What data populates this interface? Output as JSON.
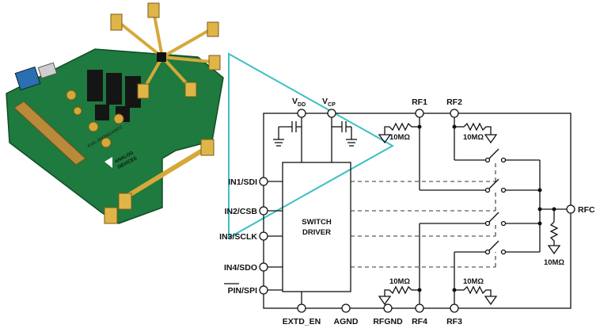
{
  "supply_pins": {
    "vdd_main": "V",
    "vdd_sub": "DD",
    "vcp_main": "V",
    "vcp_sub": "CP"
  },
  "rf_ports": {
    "rf1": "RF1",
    "rf2": "RF2",
    "rf3": "RF3",
    "rf4": "RF4",
    "rfc": "RFC"
  },
  "control_pins": [
    "IN1/SDI",
    "IN2/CSB",
    "IN3/SCLK",
    "IN4/SDO",
    "PIN/SPI"
  ],
  "bottom_pins": [
    "EXTD_EN",
    "AGND",
    "RFGND"
  ],
  "driver_block": {
    "line1": "SWITCH",
    "line2": "DRIVER"
  },
  "resistor_value": "10MΩ",
  "board": {
    "vendor_line1": "ANALOG",
    "vendor_line2": "DEVICES",
    "part_text": "EVAL-ADGM1144SDZ"
  },
  "colors": {
    "callout": "#3fbfc4",
    "pcb": "#1e7a3e",
    "gold": "#d6a83a"
  }
}
